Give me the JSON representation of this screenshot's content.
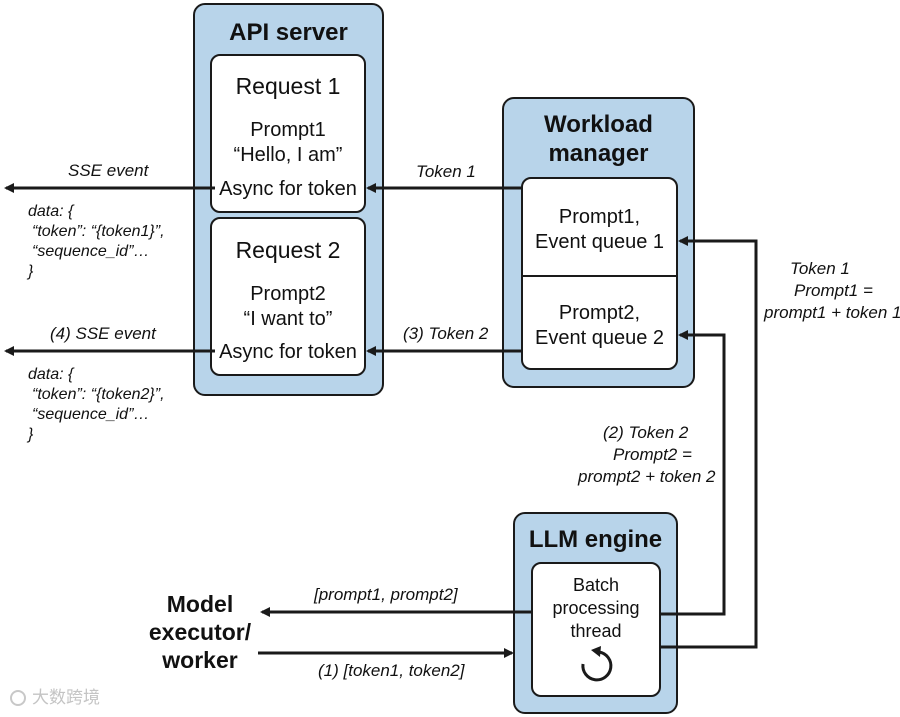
{
  "api_server": {
    "title": "API server",
    "request1": {
      "title": "Request 1",
      "prompt": "Prompt1",
      "text": "“Hello, I am”",
      "async": "Async for token"
    },
    "request2": {
      "title": "Request 2",
      "prompt": "Prompt2",
      "text": "“I want to”",
      "async": "Async for token"
    }
  },
  "workload_manager": {
    "title_line1": "Workload",
    "title_line2": "manager",
    "queue1": {
      "line1": "Prompt1,",
      "line2": "Event queue 1"
    },
    "queue2": {
      "line1": "Prompt2,",
      "line2": "Event queue 2"
    }
  },
  "llm_engine": {
    "title": "LLM engine",
    "thread_line1": "Batch",
    "thread_line2": "processing",
    "thread_line3": "thread"
  },
  "model_executor": {
    "line1": "Model",
    "line2": "executor/",
    "line3": "worker"
  },
  "labels": {
    "sse_event_1": "SSE event",
    "sse_event_2": "(4) SSE event",
    "token1": "Token 1",
    "token2": "(3) Token 2",
    "token1_update": {
      "line1": "Token 1",
      "line2": "Prompt1 =",
      "line3": "prompt1 + token 1"
    },
    "token2_update": {
      "line1": "(2) Token 2",
      "line2": "Prompt2 =",
      "line3": "prompt2 + token 2"
    },
    "prompts_batch": "[prompt1, prompt2]",
    "tokens_batch": "(1) [token1, token2]"
  },
  "payload1": {
    "line1": "data: {",
    "line2": "“token”: “{token1}”,",
    "line3": "“sequence_id”…",
    "line4": "}"
  },
  "payload2": {
    "line1": "data: {",
    "line2": "“token”: “{token2}”,",
    "line3": "“sequence_id”…",
    "line4": "}"
  },
  "watermark": "大数跨境",
  "colors": {
    "panel_fill": "#b8d4ea",
    "box_fill": "#ffffff",
    "stroke": "#1a1a1a"
  }
}
